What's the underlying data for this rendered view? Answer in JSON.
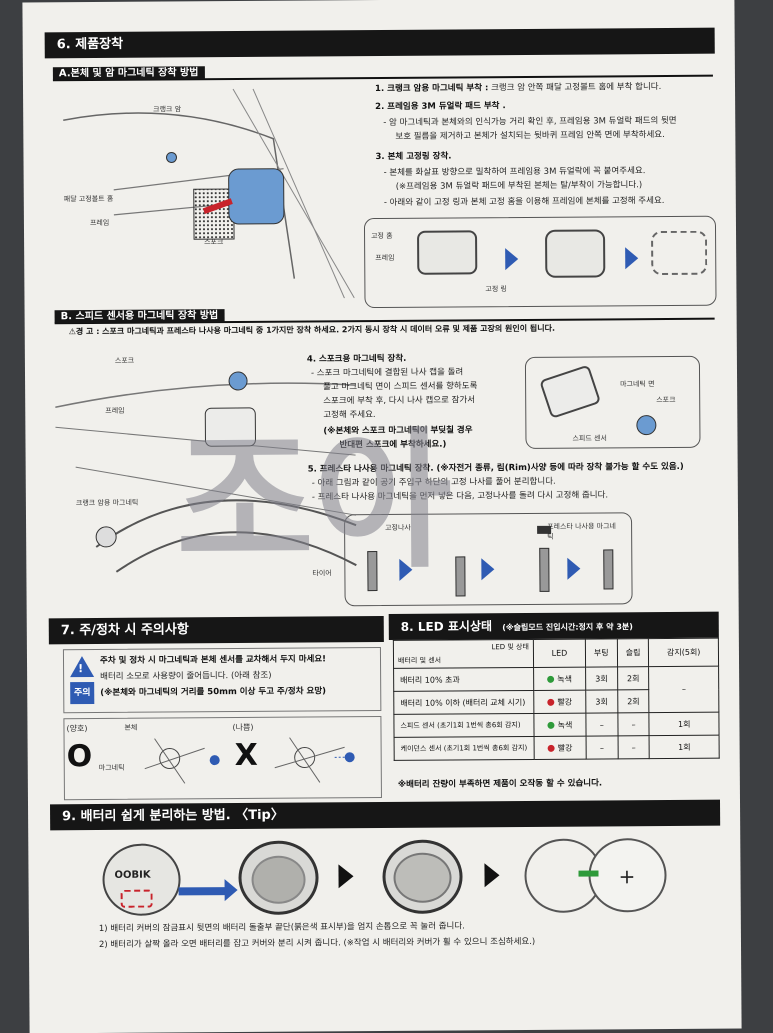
{
  "section6": {
    "title": "6. 제품장착",
    "subA": "A.본체 및 암 마그네틱 장착 방법",
    "subA_labels": {
      "crank_arm": "크랭크 암",
      "pedal_bolt": "패달 고정볼트 홈",
      "frame": "프레임",
      "spoke": "스포크"
    },
    "subA_fig_labels": {
      "fix_groove": "고정 홈",
      "frame": "프레임",
      "fix_ring": "고정 링"
    },
    "steps": [
      {
        "head": "1. 크랭크 암용 마그네틱 부착 :",
        "rest": " 크랭크 암 안쪽 패달 고정볼트 홈에 부착 합니다."
      },
      {
        "head": "2. 프레임용 3M 듀얼락 패드 부착 .",
        "rest": ""
      },
      {
        "head": "",
        "rest": "- 암 마그네틱과 본체와의 인식가능 거리 확인 후, 프레임용 3M 듀얼락 패드의 뒷면"
      },
      {
        "head": "",
        "rest": "보호 필름을 제거하고 본체가 설치되는 뒷바퀴 프레임 안쪽 면에 부착하세요."
      },
      {
        "head": "3. 본체 고정링 장착.",
        "rest": ""
      },
      {
        "head": "",
        "rest": "- 본체를 화살표 방향으로 밀착하여 프레임용 3M 듀얼락에 꼭 붙여주세요."
      },
      {
        "head": "",
        "rest": "(※프레임용 3M 듀얼락 패드에 부착된 본체는 탈/부착이 가능합니다.)"
      },
      {
        "head": "",
        "rest": "- 아래와 같이 고정 링과 본체 고정 홈을 이용해 프레임에 본체를 고정해 주세요."
      }
    ],
    "subB": "B. 스피드 센서용 마그네틱 장착 방법",
    "subB_warning": "⚠경 고 : 스포크 마그네틱과 프레스타 나사용 마그네틱 중 1가지만 장착 하세요. 2가지 동시 장착 시 데이터 오류 및 제품 고장의 원인이 됩니다.",
    "subB_labels": {
      "spoke": "스포크",
      "frame": "프레임",
      "crank_magnet": "크랭크 암용 마그네틱",
      "tire": "타이어",
      "magnet_face": "마그네틱 면",
      "spoke2": "스포크",
      "speed_sensor": "스피드 센서",
      "fix_nut": "고정나사",
      "presta_magnet": "프레스타 나사용 마그네틱"
    },
    "step4": [
      {
        "head": "4. 스포크용 마그네틱 장착.",
        "rest": ""
      },
      {
        "head": "",
        "rest": "- 스포크 마그네틱에 결합된 나사 캡을 돌려"
      },
      {
        "head": "",
        "rest": "풀고 마그네틱 면이 스피드 센서를 향하도록"
      },
      {
        "head": "",
        "rest": "스포크에 부착 후, 다시 나사 캡으로 잠가서"
      },
      {
        "head": "",
        "rest": "고정해 주세요."
      },
      {
        "head": "(※본체와 스포크 마그네틱이 부딪칠 경우",
        "rest": ""
      },
      {
        "head": "반대편 스포크에 부착하세요.)",
        "rest": ""
      }
    ],
    "step5": [
      {
        "head": "5. 프레스타 나사용 마그네틱 장착. (※자전거 종류, 림(Rim)사양 등에 따라 장착 불가능 할 수도 있음.)",
        "rest": ""
      },
      {
        "head": "",
        "rest": "- 아래 그림과 같이 공기 주입구 하단의 고정 나사를 풀어 분리합니다."
      },
      {
        "head": "",
        "rest": "- 프레스타 나사용 마그네틱을 먼저 넣은 다음, 고정나사를 돌려 다시 고정해 줍니다."
      }
    ]
  },
  "section7": {
    "title": "7. 주/정차 시 주의사항",
    "warn_line1": "주차 및 정차 시 마그네틱과 본체 센서를 교차해서 두지 마세요!",
    "warn_line2": "배터리 소모로 사용량이 줄어듭니다. (아래 참조)",
    "warn_line3": "(※본체와 마그네틱의 거리를 50mm 이상 두고 주/정차 요망)",
    "chui": "주의",
    "good_label": "(양호)",
    "bad_label": "(나쁨)",
    "good_mark": "O",
    "bad_mark": "X",
    "fig_labels": {
      "body": "본체",
      "magnet": "마그네틱"
    }
  },
  "section8": {
    "title": "8. LED 표시상태",
    "subtitle": "(※슬립모드 진입시간:정지 후 약 3분)",
    "header_top": "LED 및 상태",
    "header_left": "배터리 및 센서",
    "columns": [
      "LED",
      "부팅",
      "슬립",
      "감지(5회)"
    ],
    "rows": [
      {
        "label": "배터리 10% 초과",
        "led": "녹색",
        "color": "#2e9a3a",
        "boot": "3회",
        "sleep": "2회",
        "detect": "–"
      },
      {
        "label": "배터리 10% 이하 (배터리 교체 시기)",
        "led": "빨강",
        "color": "#c8232b",
        "boot": "3회",
        "sleep": "2회",
        "detect": ""
      },
      {
        "label": "스피드 센서 (초기1회 1번씩 총6회 감지)",
        "led": "녹색",
        "color": "#2e9a3a",
        "boot": "–",
        "sleep": "–",
        "detect": "1회"
      },
      {
        "label": "케이던스 센서 (초기1회 1번씩 총6회 감지)",
        "led": "빨강",
        "color": "#c8232b",
        "boot": "–",
        "sleep": "–",
        "detect": "1회"
      }
    ],
    "note": "※배터리 잔량이 부족하면 제품이 오작동 할 수 있습니다."
  },
  "section9": {
    "title": "9. 배터리 쉽게 분리하는 방법. 〈Tip〉",
    "brand": "OOBIK",
    "line1": "1) 배터리 커버의 잠금표시 뒷면의 배터리 돌출부 끝단(붉은색 표시부)을 엄지 손톱으로 꼭 눌러 줍니다.",
    "line2": "2) 배터리가 살짝 올라 오면 배터리를 잡고 커버와 분리 시켜 줍니다. (※작업 시 배터리와 커버가 휠 수 있으니 조심하세요.)"
  },
  "watermark": "조아"
}
